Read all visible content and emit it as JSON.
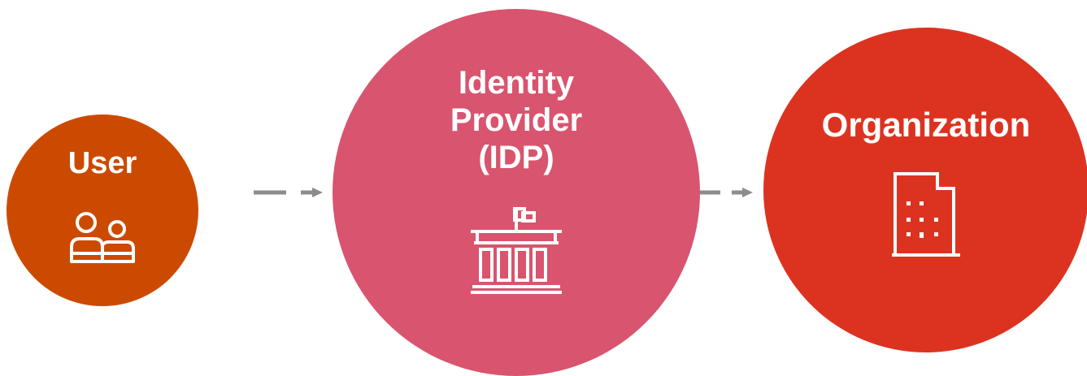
{
  "colors": {
    "user": "#cc4a00",
    "idp": "#d9546e",
    "organization": "#dc3320",
    "connector": "#8c8c8c",
    "text": "#ffffff"
  },
  "nodes": {
    "user": {
      "label": "User",
      "icon": "users-icon"
    },
    "idp": {
      "label": "Identity\nProvider\n(IDP)",
      "icon": "building-with-flag-icon"
    },
    "organization": {
      "label": "Organization",
      "icon": "office-building-icon"
    }
  },
  "connectors": [
    {
      "from": "user",
      "to": "idp",
      "style": "dashed-arrow"
    },
    {
      "from": "idp",
      "to": "organization",
      "style": "dashed-arrow"
    }
  ]
}
